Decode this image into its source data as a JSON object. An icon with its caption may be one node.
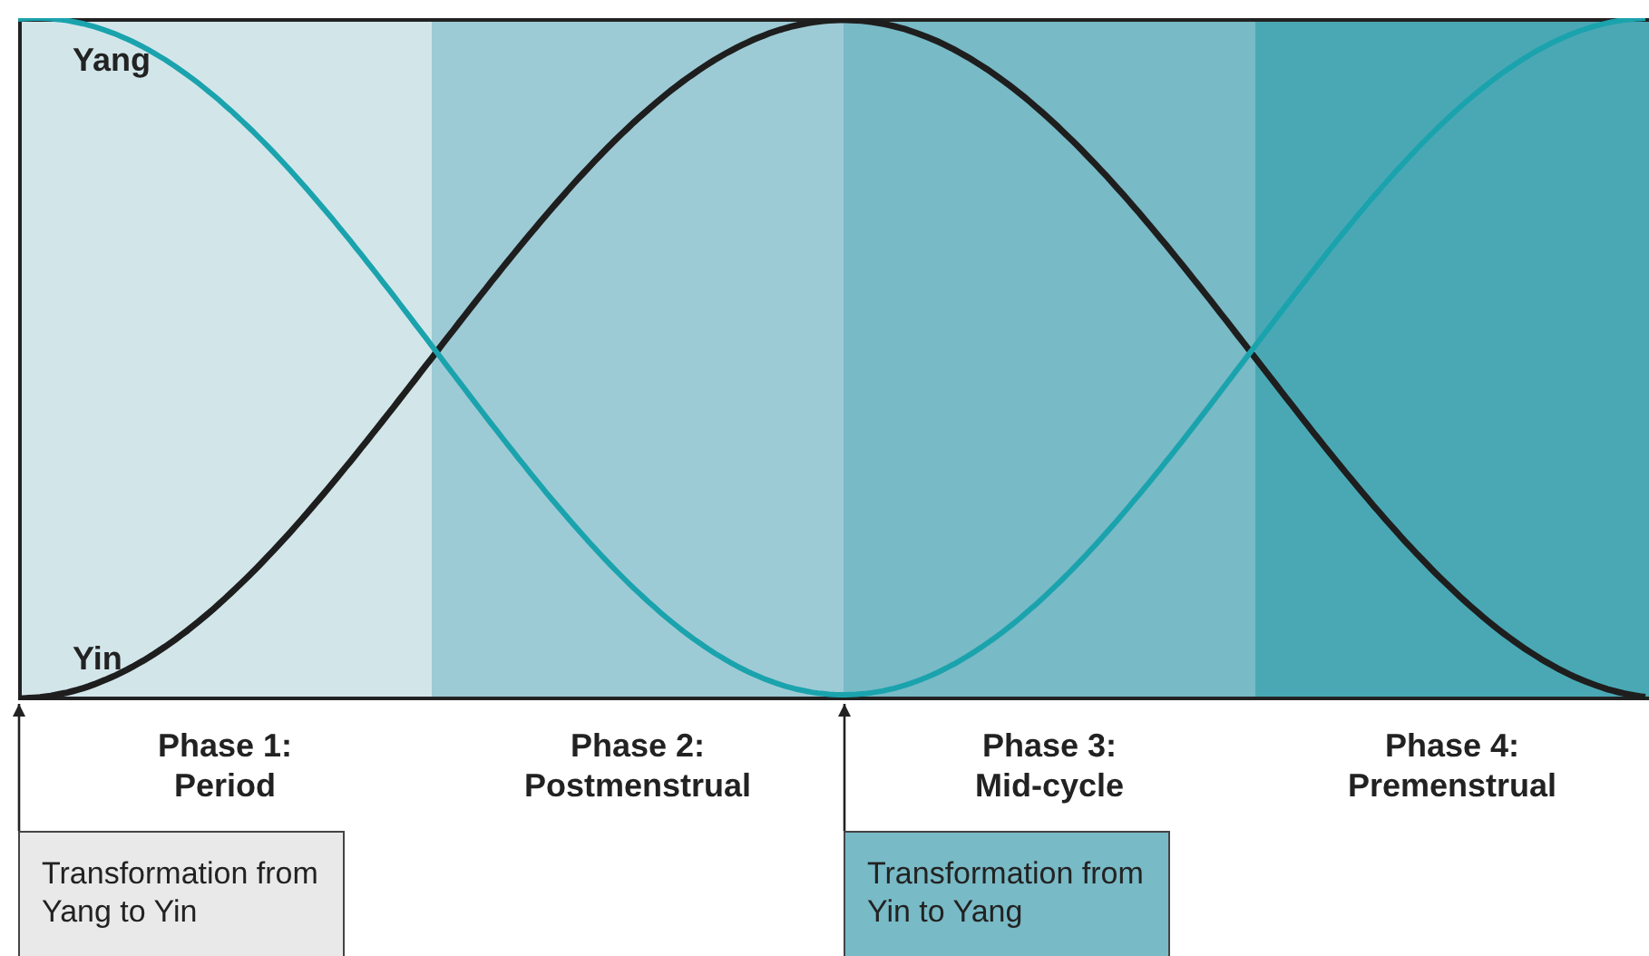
{
  "diagram": {
    "nodes": [
      {
        "text": [
          "Phase 1: Period"
        ]
      },
      {
        "text": [
          "Phase 2: Postmenstrual"
        ]
      },
      {
        "text": [
          "Phase 3: Mid-cycle"
        ]
      },
      {
        "text": [
          "Phase 4: Premenstrual"
        ]
      },
      {
        "text": [
          "Transformation from Yang to Yin"
        ]
      },
      {
        "text": [
          "Transformation from Yin to Yang"
        ]
      }
    ],
    "edges": [
      {
        "from": 4,
        "to": 0,
        "arrow": "to"
      },
      {
        "from": 5,
        "to": 2,
        "arrow": "to"
      }
    ],
    "labels": [
      "Yang",
      "Yin"
    ]
  }
}
